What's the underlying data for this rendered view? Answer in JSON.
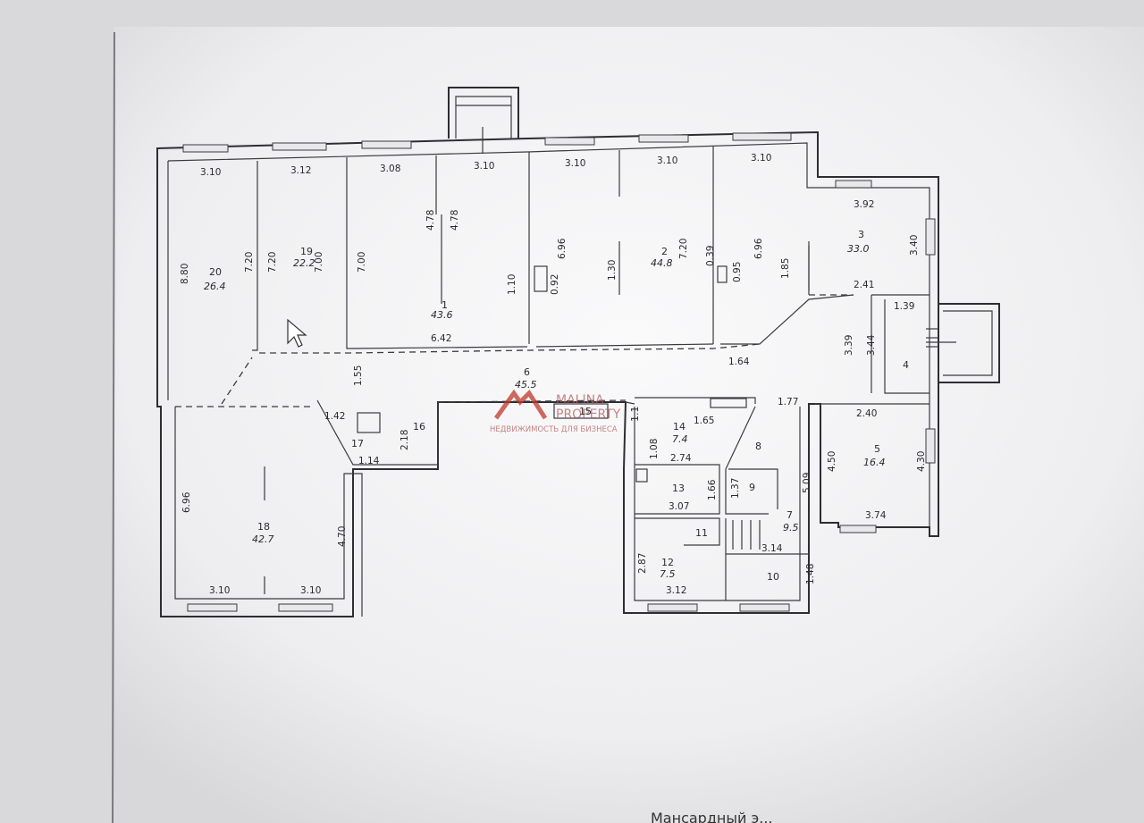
{
  "watermark": {
    "line1": "MALINA",
    "line2": "PROPERTY",
    "tagline": "НЕДВИЖИМОСТЬ ДЛЯ БИЗНЕСА",
    "color": "#c0392b"
  },
  "caption": "Мансардный э...",
  "rooms": {
    "r1": {
      "num": "1",
      "area": "43.6"
    },
    "r2": {
      "num": "2",
      "area": "44.8"
    },
    "r3": {
      "num": "3",
      "area": "33.0"
    },
    "r4": {
      "num": "4"
    },
    "r5": {
      "num": "5",
      "area": "16.4"
    },
    "r6": {
      "num": "6",
      "area": "45.5"
    },
    "r7": {
      "num": "7",
      "area": "9.5"
    },
    "r8": {
      "num": "8"
    },
    "r9": {
      "num": "9"
    },
    "r10": {
      "num": "10"
    },
    "r11": {
      "num": "11"
    },
    "r12": {
      "num": "12",
      "area": "7.5"
    },
    "r13": {
      "num": "13"
    },
    "r14": {
      "num": "14",
      "area": "7.4"
    },
    "r15": {
      "num": "15"
    },
    "r16": {
      "num": "16"
    },
    "r17": {
      "num": "17"
    },
    "r18": {
      "num": "18",
      "area": "42.7"
    },
    "r19": {
      "num": "19",
      "area": "22.2"
    },
    "r20": {
      "num": "20",
      "area": "26.4"
    },
    "r1_1": {
      "num": "1.1"
    }
  },
  "dims": {
    "d1": "3.10",
    "d2": "3.12",
    "d3": "3.08",
    "d4": "3.10",
    "d5": "3.10",
    "d6": "3.10",
    "d7": "3.10",
    "d8": "3.92",
    "d9": "3.40",
    "d10": "8.80",
    "d11": "7.20",
    "d12": "7.20",
    "d13": "7.00",
    "d14": "7.00",
    "d15": "4.78",
    "d16": "4.78",
    "d17": "1.10",
    "d18": "0.92",
    "d19": "6.96",
    "d20": "1.30",
    "d21": "7.20",
    "d22": "0.39",
    "d23": "0.95",
    "d24": "6.96",
    "d25": "1.85",
    "d26": "2.41",
    "d27": "1.39",
    "d28": "3.39",
    "d29": "3.44",
    "d30": "6.42",
    "d31": "1.64",
    "d32": "1.55",
    "d33": "1.42",
    "d34": "2.18",
    "d35": "1.14",
    "d36": "1.65",
    "d37": "1.08",
    "d38": "2.74",
    "d39": "1.77",
    "d40": "2.40",
    "d41": "4.50",
    "d42": "4.30",
    "d43": "5.09",
    "d44": "1.66",
    "d45": "1.37",
    "d46": "3.07",
    "d47": "3.74",
    "d48": "3.14",
    "d49": "2.87",
    "d50": "1.48",
    "d51": "3.12",
    "d52": "6.96",
    "d53": "4.70",
    "d54": "3.10",
    "d55": "3.10"
  }
}
